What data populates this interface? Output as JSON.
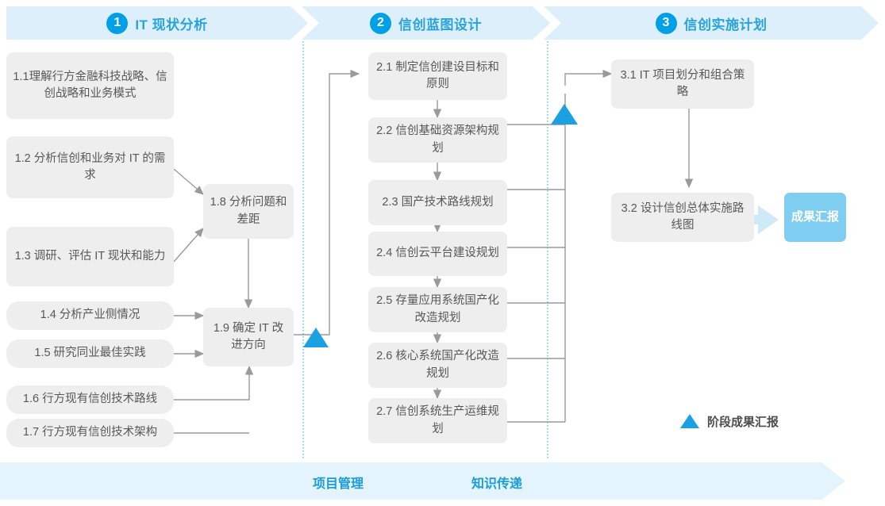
{
  "phases": [
    {
      "number": "1",
      "title": "IT 现状分析"
    },
    {
      "number": "2",
      "title": "信创蓝图设计"
    },
    {
      "number": "3",
      "title": "信创实施计划"
    }
  ],
  "phase1_tasks": [
    {
      "id": "1.1",
      "label": "1.1理解行方金融科技战略、信创战略和业务模式"
    },
    {
      "id": "1.2",
      "label": "1.2 分析信创和业务对 IT 的需求"
    },
    {
      "id": "1.3",
      "label": "1.3 调研、评估 IT 现状和能力"
    },
    {
      "id": "1.4",
      "label": "1.4 分析产业侧情况"
    },
    {
      "id": "1.5",
      "label": "1.5 研究同业最佳实践"
    },
    {
      "id": "1.6",
      "label": "1.6 行方现有信创技术路线"
    },
    {
      "id": "1.7",
      "label": "1.7 行方现有信创技术架构"
    },
    {
      "id": "1.8",
      "label": "1.8 分析问题和差距"
    },
    {
      "id": "1.9",
      "label": "1.9 确定 IT 改进方向"
    }
  ],
  "phase2_tasks": [
    {
      "id": "2.1",
      "label": "2.1 制定信创建设目标和原则"
    },
    {
      "id": "2.2",
      "label": "2.2 信创基础资源架构规划"
    },
    {
      "id": "2.3",
      "label": "2.3 国产技术路线规划"
    },
    {
      "id": "2.4",
      "label": "2.4 信创云平台建设规划"
    },
    {
      "id": "2.5",
      "label": "2.5 存量应用系统国产化改造规划"
    },
    {
      "id": "2.6",
      "label": "2.6 核心系统国产化改造规划"
    },
    {
      "id": "2.7",
      "label": "2.7 信创系统生产运维规划"
    }
  ],
  "phase3_tasks": [
    {
      "id": "3.1",
      "label": "3.1 IT 项目划分和组合策略"
    },
    {
      "id": "3.2",
      "label": "3.2 设计信创总体实施路线图"
    }
  ],
  "result_badge": {
    "label": "成果汇报"
  },
  "legend": {
    "label": "阶段成果汇报"
  },
  "bottom_band": {
    "labels": [
      "项目管理",
      "知识传递"
    ]
  },
  "colors": {
    "accent_blue": "#00a0e9",
    "band_blue": "#ddeffb",
    "box_gray": "#eeeeee",
    "text_gray": "#595757",
    "badge_blue": "#7fcdf0",
    "bottom_band": "#e3f4fc",
    "title_blue": "#29a3dc",
    "wire_gray": "#9a9a9a",
    "divider_blue": "#35b4e5"
  }
}
